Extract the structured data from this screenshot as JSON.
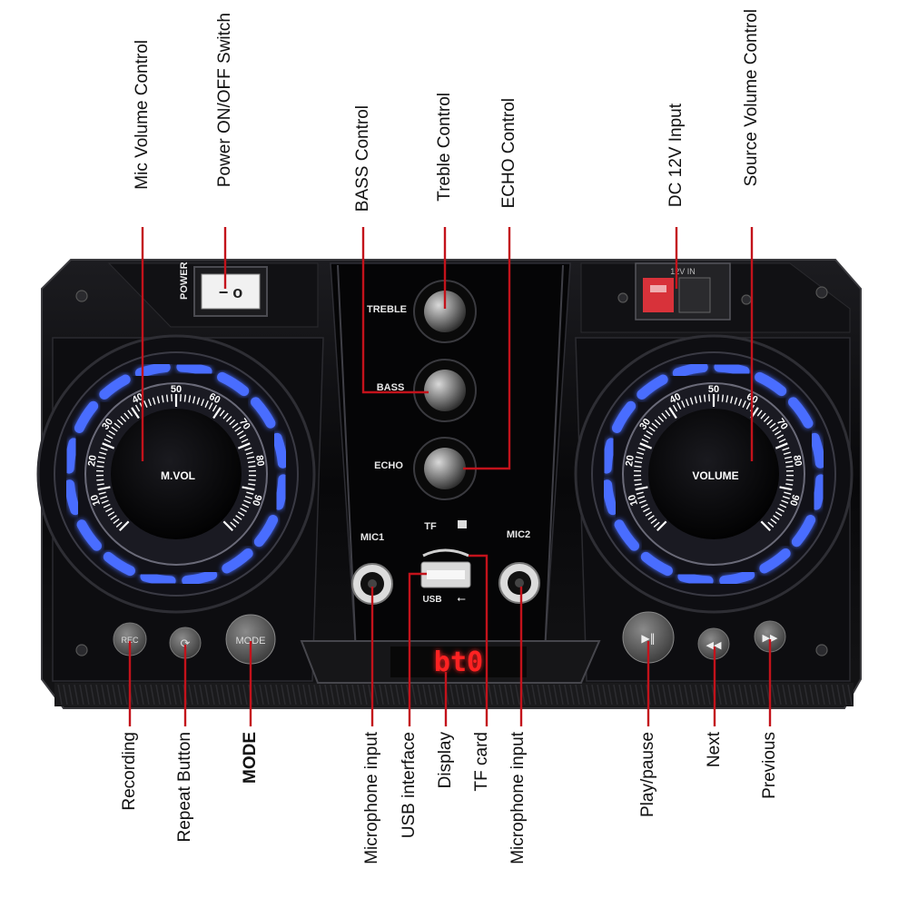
{
  "callouts": {
    "mic_volume_control": "Mic Volume Control",
    "power_switch": "Power ON/OFF Switch",
    "bass_control": "BASS Control",
    "treble_control": "Treble Control",
    "echo_control": "ECHO Control",
    "dc_input": "DC 12V Input",
    "source_volume_control": "Source Volume Control",
    "recording": "Recording",
    "repeat_button": "Repeat Button",
    "mode": "MODE",
    "microphone_input_1": "Microphone input",
    "usb_interface": "USB interface",
    "display": "Display",
    "tf_card": "TF card",
    "microphone_input_2": "Microphone input",
    "play_pause": "Play/pause",
    "next": "Next",
    "previous": "Previous"
  },
  "device": {
    "power_label": "POWER",
    "power_symbols": "− o",
    "dc_socket_label": "12V IN",
    "treble_label": "TREBLE",
    "bass_label": "BASS",
    "echo_label": "ECHO",
    "tf_label": "TF",
    "mic1_label": "MIC1",
    "mic2_label": "MIC2",
    "usb_label": "USB",
    "rec_label": "REC",
    "mode_label": "MODE",
    "display_readout": "bt0",
    "left_dial": {
      "label": "M.VOL",
      "scale": [
        "10",
        "20",
        "30",
        "40",
        "50",
        "60",
        "70",
        "80",
        "90"
      ]
    },
    "right_dial": {
      "label": "VOLUME",
      "scale": [
        "10",
        "20",
        "30",
        "40",
        "50",
        "60",
        "70",
        "80",
        "90"
      ]
    }
  },
  "colors": {
    "leader_line": "#c3121b",
    "dial_glow": "#4a6dff",
    "display_led": "#ff2323",
    "panel": "#0b0b0d"
  }
}
